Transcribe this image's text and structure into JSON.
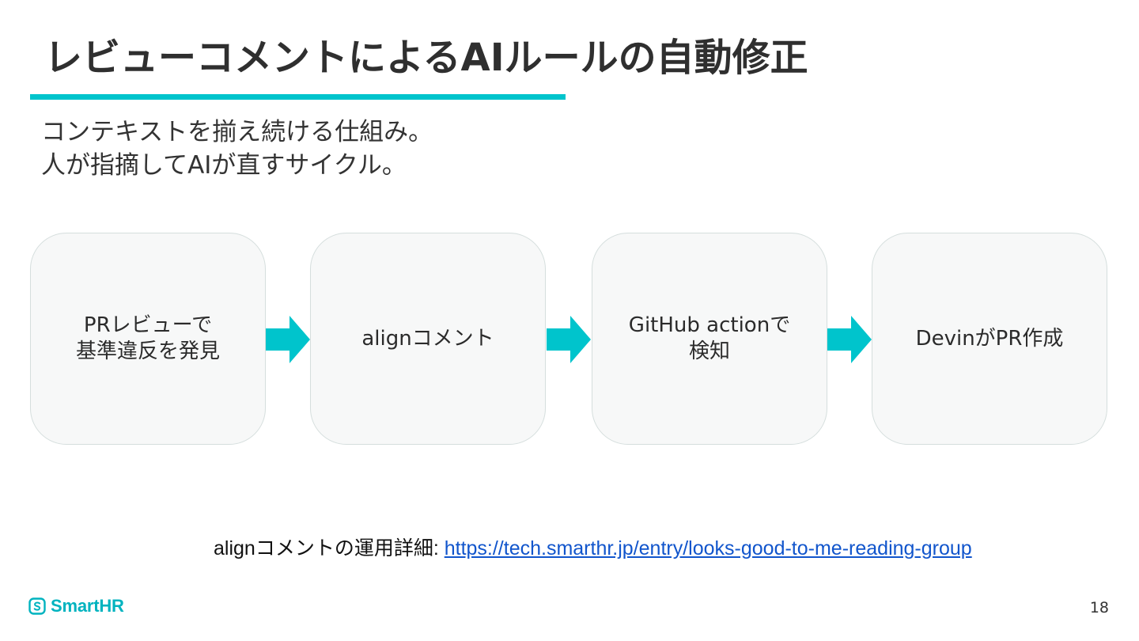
{
  "slide": {
    "title": "レビューコメントによるAIルールの自動修正",
    "subtitle": "コンテキストを揃え続ける仕組み。\n人が指摘してAIが直すサイクル。",
    "accent_color": "#00c4cc"
  },
  "flow": {
    "steps": [
      {
        "label": "PRレビューで\n基準違反を発見"
      },
      {
        "label": "alignコメント"
      },
      {
        "label": "GitHub actionで\n検知"
      },
      {
        "label": "DevinがPR作成"
      }
    ],
    "arrow_color": "#00c4cc",
    "arrow_icon": "right-arrow-icon"
  },
  "footer": {
    "link_prefix": "alignコメントの運用詳細: ",
    "link_url": "https://tech.smarthr.jp/entry/looks-good-to-me-reading-group",
    "logo_text": "SmartHR",
    "logo_icon": "smarthr-logo-icon",
    "page_number": "18"
  }
}
